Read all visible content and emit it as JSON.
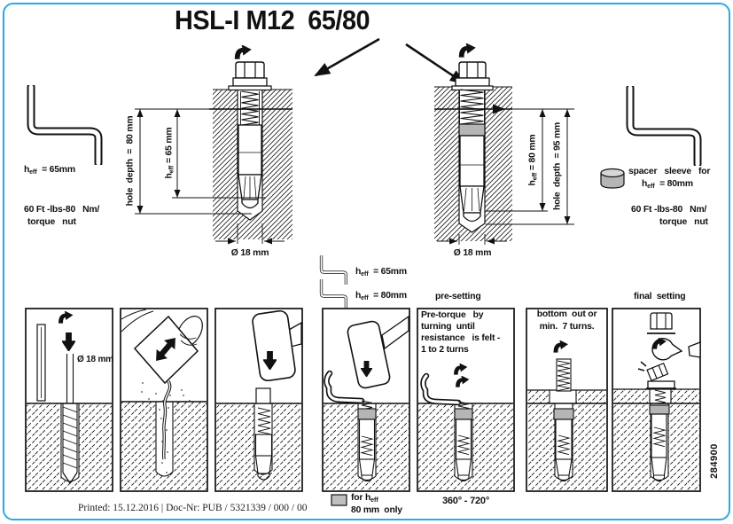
{
  "page": {
    "title": "HSL-I M12  65/80",
    "footer": "Printed: 15.12.2016 | Doc-Nr: PUB / 5321339 / 000 / 00",
    "side_code": "284900"
  },
  "colors": {
    "frame": "#29ABE2",
    "ink": "#111111",
    "sleeve_gray": "#b5b5b5"
  },
  "left_panel": {
    "heff": {
      "base": "h",
      "sub": "eff",
      "rest": "  = 65mm"
    },
    "torque_line1": "60 Ft -lbs-80   Nm/",
    "torque_line2": "torque   nut"
  },
  "right_panel": {
    "spacer_line": "spacer   sleeve   for",
    "heff": {
      "base": "h",
      "sub": "eff",
      "rest": "  = 80mm"
    },
    "torque_line1": "60 Ft -lbs-80   Nm/",
    "torque_line2": "torque   nut"
  },
  "diagram_left": {
    "dim_hole_depth": "hole  depth  =  80 mm",
    "dim_heff": {
      "base": "h",
      "sub": "eff",
      "rest": " = 65 mm"
    },
    "dim_diameter": "Ø 18 mm"
  },
  "diagram_right": {
    "dim_heff": {
      "base": "h",
      "sub": "eff",
      "rest": " = 80 mm"
    },
    "dim_hole_depth": "hole  depth  = 95 mm",
    "dim_diameter": "Ø 18 mm"
  },
  "variant_legend": {
    "item1": {
      "base": "h",
      "sub": "eff",
      "rest": "  = 65mm"
    },
    "item2": {
      "base": "h",
      "sub": "eff",
      "rest": "  = 80mm"
    }
  },
  "section_labels": {
    "pre_setting": "pre-setting",
    "final_setting": "final  setting"
  },
  "steps": {
    "drill": {
      "diameter": "Ø 18 mm"
    },
    "pretorque": {
      "line1": "Pre-torque   by",
      "line2": "turning  until",
      "line3": "resistance   is felt -",
      "line4": "1 to 2 turns",
      "angle": "360° - 720°"
    },
    "bottom_out": {
      "line1": "bottom  out or",
      "line2": "min.  7 turns."
    },
    "spacer_note": {
      "prefix": "for ",
      "heff": {
        "base": "h",
        "sub": "eff"
      },
      "line2": "80 mm  only"
    }
  }
}
